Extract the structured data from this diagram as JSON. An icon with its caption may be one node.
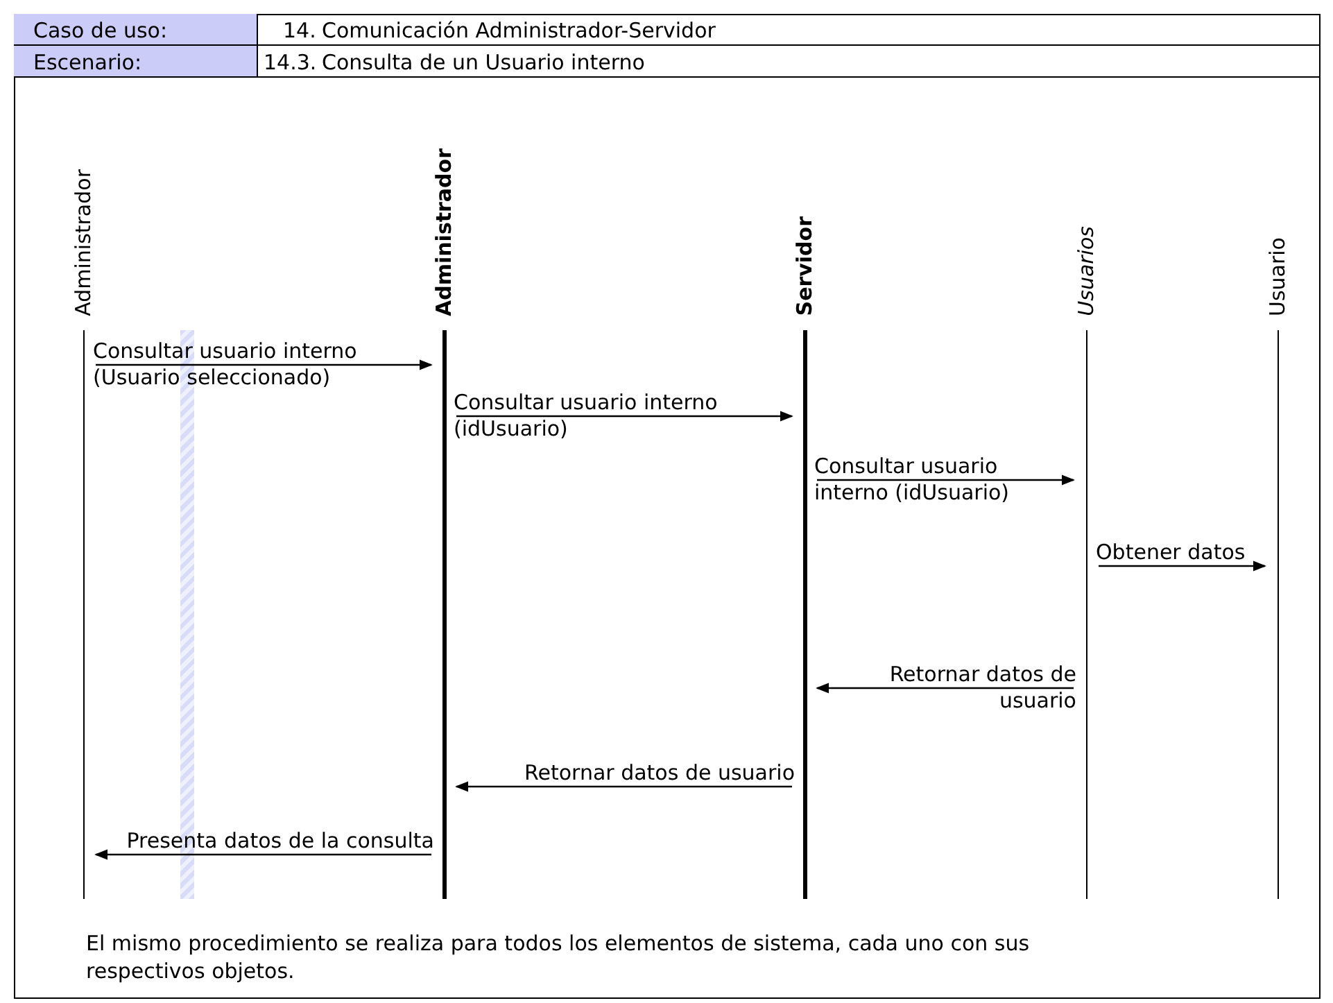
{
  "diagram": {
    "nodes": [
      {
        "text": [
          "Administrador"
        ]
      },
      {
        "text": [
          "Administrador"
        ]
      },
      {
        "text": [
          "Servidor"
        ]
      },
      {
        "text": [
          "Usuarios"
        ]
      },
      {
        "text": [
          "Usuario"
        ]
      }
    ],
    "edges": [
      {
        "from": 0,
        "to": 1,
        "arrow": "to",
        "label": "Consultar usuario interno (Usuario seleccionado)"
      },
      {
        "from": 1,
        "to": 2,
        "arrow": "to",
        "label": "Consultar usuario interno (idUsuario)"
      },
      {
        "from": 2,
        "to": 3,
        "arrow": "to",
        "label": "Consultar usuario interno (idUsuario)"
      },
      {
        "from": 3,
        "to": 4,
        "arrow": "to",
        "label": "Obtener datos"
      },
      {
        "from": 3,
        "to": 2,
        "arrow": "to",
        "label": "Retornar datos de usuario"
      },
      {
        "from": 2,
        "to": 1,
        "arrow": "to",
        "label": "Retornar datos de usuario"
      },
      {
        "from": 1,
        "to": 0,
        "arrow": "to",
        "label": "Presenta datos de la consulta"
      }
    ],
    "labels": [
      "Caso de uso:",
      "14.",
      "Comunicación Administrador-Servidor",
      "Escenario:",
      "14.3.",
      "Consulta de un Usuario interno",
      "El mismo procedimiento se realiza para todos los elementos de sistema, cada uno con sus respectivos objetos."
    ]
  }
}
